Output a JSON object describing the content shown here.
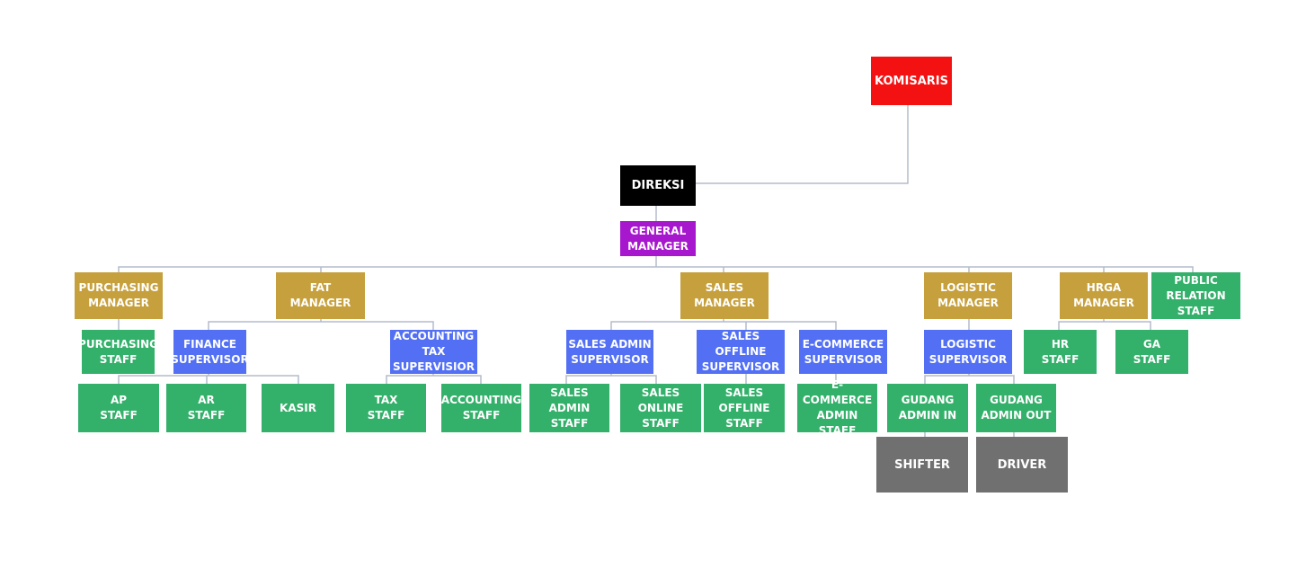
{
  "title": "Organization Chart",
  "colors": {
    "komisaris": "#f41111",
    "direksi": "#000000",
    "general_manager": "#a617cd",
    "manager": "#c6a03c",
    "supervisor": "#5370f5",
    "staff": "#33b06a",
    "operational": "#707070",
    "connector": "#b3bccb"
  },
  "nodes": {
    "komisaris": {
      "label": "KOMISARIS",
      "level": "komisaris"
    },
    "direksi": {
      "label": "DIREKSI",
      "level": "direksi",
      "reports_to": "komisaris"
    },
    "general_manager": {
      "label": "GENERAL\nMANAGER",
      "level": "general_manager",
      "reports_to": "direksi"
    },
    "purchasing_manager": {
      "label": "PURCHASING\nMANAGER",
      "level": "manager",
      "reports_to": "general_manager"
    },
    "fat_manager": {
      "label": "FAT\nMANAGER",
      "level": "manager",
      "reports_to": "general_manager"
    },
    "sales_manager": {
      "label": "SALES\nMANAGER",
      "level": "manager",
      "reports_to": "general_manager"
    },
    "logistic_manager": {
      "label": "LOGISTIC\nMANAGER",
      "level": "manager",
      "reports_to": "general_manager"
    },
    "hrga_manager": {
      "label": "HRGA\nMANAGER",
      "level": "manager",
      "reports_to": "general_manager"
    },
    "public_relation_staff": {
      "label": "PUBLIC\nRELATION\nSTAFF",
      "level": "staff",
      "reports_to": "general_manager"
    },
    "purchasing_staff": {
      "label": "PURCHASING\nSTAFF",
      "level": "staff",
      "reports_to": "purchasing_manager"
    },
    "finance_supervisor": {
      "label": "FINANCE\nSUPERVISOR",
      "level": "supervisor",
      "reports_to": "fat_manager"
    },
    "accounting_tax_supervisor": {
      "label": "ACCOUNTING\nTAX\nSUPERVISIOR",
      "level": "supervisor",
      "reports_to": "fat_manager"
    },
    "sales_admin_supervisor": {
      "label": "SALES ADMIN\nSUPERVISOR",
      "level": "supervisor",
      "reports_to": "sales_manager"
    },
    "sales_offline_supervisor": {
      "label": "SALES OFFLINE\nSUPERVISOR",
      "level": "supervisor",
      "reports_to": "sales_manager"
    },
    "ecommerce_supervisor": {
      "label": "E-COMMERCE\nSUPERVISOR",
      "level": "supervisor",
      "reports_to": "sales_manager"
    },
    "logistic_supervisor": {
      "label": "LOGISTIC\nSUPERVISOR",
      "level": "supervisor",
      "reports_to": "logistic_manager"
    },
    "hr_staff": {
      "label": "HR\nSTAFF",
      "level": "staff",
      "reports_to": "hrga_manager"
    },
    "ga_staff": {
      "label": "GA\nSTAFF",
      "level": "staff",
      "reports_to": "hrga_manager"
    },
    "ap_staff": {
      "label": "AP\nSTAFF",
      "level": "staff",
      "reports_to": "finance_supervisor"
    },
    "ar_staff": {
      "label": "AR\nSTAFF",
      "level": "staff",
      "reports_to": "finance_supervisor"
    },
    "kasir": {
      "label": "KASIR",
      "level": "staff",
      "reports_to": "finance_supervisor"
    },
    "tax_staff": {
      "label": "TAX\nSTAFF",
      "level": "staff",
      "reports_to": "accounting_tax_supervisor"
    },
    "accounting_staff": {
      "label": "ACCOUNTING\nSTAFF",
      "level": "staff",
      "reports_to": "accounting_tax_supervisor"
    },
    "sales_admin_staff": {
      "label": "SALES ADMIN\nSTAFF",
      "level": "staff",
      "reports_to": "sales_admin_supervisor"
    },
    "sales_online_staff": {
      "label": "SALES ONLINE\nSTAFF",
      "level": "staff",
      "reports_to": "sales_admin_supervisor"
    },
    "sales_offline_staff": {
      "label": "SALES OFFLINE\nSTAFF",
      "level": "staff",
      "reports_to": "sales_offline_supervisor"
    },
    "ecommerce_admin_staff": {
      "label": "E-COMMERCE\nADMIN STAFF",
      "level": "staff",
      "reports_to": "ecommerce_supervisor"
    },
    "gudang_admin_in": {
      "label": "GUDANG\nADMIN IN",
      "level": "staff",
      "reports_to": "logistic_supervisor"
    },
    "gudang_admin_out": {
      "label": "GUDANG\nADMIN OUT",
      "level": "staff",
      "reports_to": "logistic_supervisor"
    },
    "shifter": {
      "label": "SHIFTER",
      "level": "operational",
      "reports_to": "gudang_admin_in"
    },
    "driver": {
      "label": "DRIVER",
      "level": "operational",
      "reports_to": "gudang_admin_out"
    }
  }
}
